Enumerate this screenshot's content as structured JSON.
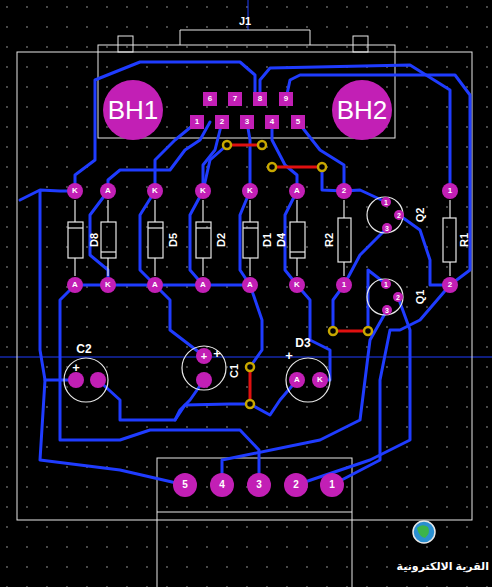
{
  "diagram": {
    "labels": [
      "J1",
      "BH1",
      "BH2",
      "6",
      "7",
      "8",
      "9",
      "1",
      "2",
      "3",
      "4",
      "5",
      "K",
      "A",
      "K",
      "K",
      "K",
      "A",
      "2",
      "1",
      "A",
      "K",
      "A",
      "A",
      "A",
      "K",
      "1",
      "2",
      "D8",
      "D5",
      "D2",
      "D1",
      "D4",
      "R2",
      "Q2",
      "R1",
      "Q1",
      "1",
      "2",
      "3",
      "1",
      "2",
      "3",
      "C2",
      "+",
      "+",
      "+",
      "C1",
      "D3",
      "+",
      "A",
      "K",
      "5",
      "4",
      "3",
      "2",
      "1",
      "القرية الالكترونية"
    ]
  }
}
